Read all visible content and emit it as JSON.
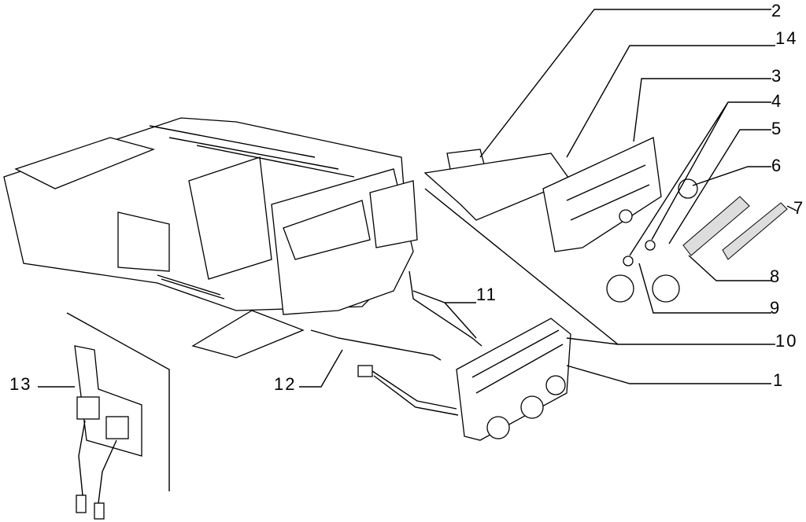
{
  "diagram": {
    "callouts": [
      {
        "id": "2",
        "text": "2"
      },
      {
        "id": "14",
        "text": "14"
      },
      {
        "id": "3",
        "text": "3"
      },
      {
        "id": "4",
        "text": "4"
      },
      {
        "id": "5",
        "text": "5"
      },
      {
        "id": "6",
        "text": "6"
      },
      {
        "id": "7",
        "text": "7"
      },
      {
        "id": "8",
        "text": "8"
      },
      {
        "id": "9",
        "text": "9"
      },
      {
        "id": "10",
        "text": "10"
      },
      {
        "id": "1",
        "text": "1"
      },
      {
        "id": "11",
        "text": "11"
      },
      {
        "id": "12",
        "text": "12"
      },
      {
        "id": "13",
        "text": "13"
      }
    ]
  }
}
